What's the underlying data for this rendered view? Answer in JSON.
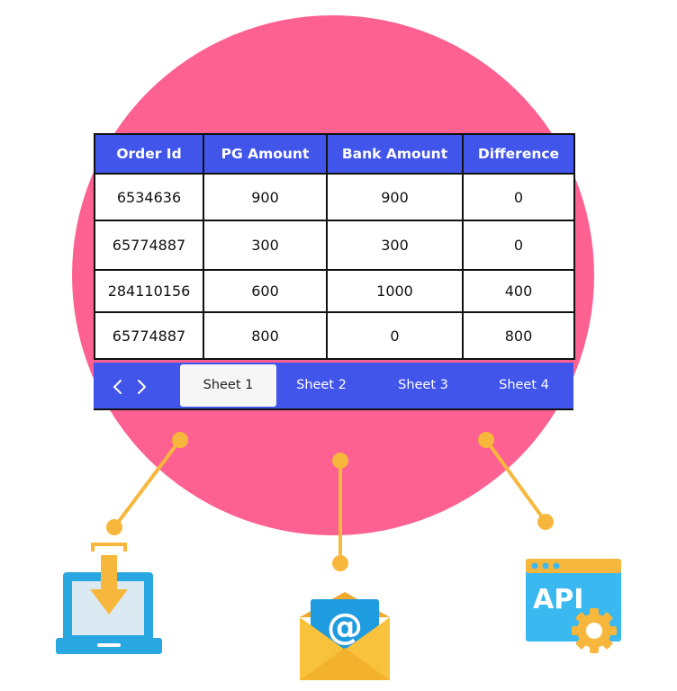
{
  "table": {
    "headers": [
      "Order Id",
      "PG Amount",
      "Bank Amount",
      "Difference"
    ],
    "rows": [
      [
        "6534636",
        "900",
        "900",
        "0"
      ],
      [
        "65774887",
        "300",
        "300",
        "0"
      ],
      [
        "284110156",
        "600",
        "1000",
        "400"
      ],
      [
        "65774887",
        "800",
        "0",
        "800"
      ]
    ]
  },
  "sheets": {
    "tabs": [
      "Sheet 1",
      "Sheet 2",
      "Sheet 3",
      "Sheet 4"
    ],
    "active": "Sheet 1"
  },
  "icons": {
    "download": "laptop-download-icon",
    "email": "envelope-email-icon",
    "api": "api-window-gear-icon",
    "prev": "chevron-left-icon",
    "next": "chevron-right-icon"
  },
  "api_label": "API",
  "colors": {
    "circle": "#fd6192",
    "table_header": "#4155ea",
    "connector": "#f6b73c",
    "laptop": "#29a7e1",
    "envelope": "#f9c23c"
  }
}
